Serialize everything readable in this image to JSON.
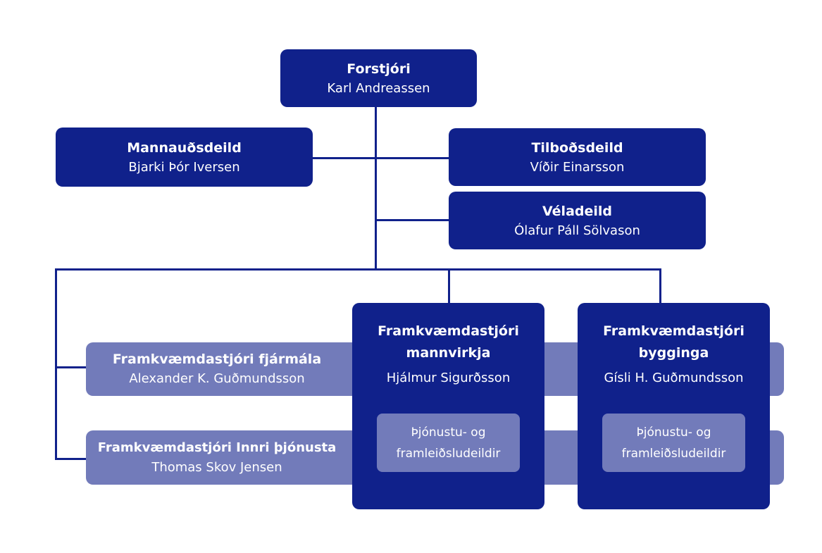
{
  "colors": {
    "dark": "#10218b",
    "light": "#727bba",
    "line": "#10218b"
  },
  "ceo": {
    "title": "Forstjóri",
    "name": "Karl Andreassen"
  },
  "hr": {
    "title": "Mannauðsdeild",
    "name": "Bjarki Þór Iversen"
  },
  "bids": {
    "title": "Tilboðsdeild",
    "name": "Víðir Einarsson"
  },
  "machinery": {
    "title": "Véladeild",
    "name": "Ólafur Páll Sölvason"
  },
  "finance": {
    "title": "Framkvæmdastjóri fjármála",
    "name": "Alexander K. Guðmundsson"
  },
  "internal": {
    "title": "Framkvæmdastjóri Innri þjónusta",
    "name": "Thomas Skov Jensen"
  },
  "structures": {
    "title_line1": "Framkvæmdastjóri",
    "title_line2": "mannvirkja",
    "name": "Hjálmur Sigurðsson",
    "unit_line1": "Þjónustu- og",
    "unit_line2": "framleiðsludeildir"
  },
  "buildings": {
    "title_line1": "Framkvæmdastjóri",
    "title_line2": "bygginga",
    "name": "Gísli H. Guðmundsson",
    "unit_line1": "Þjónustu- og",
    "unit_line2": "framleiðsludeildir"
  }
}
